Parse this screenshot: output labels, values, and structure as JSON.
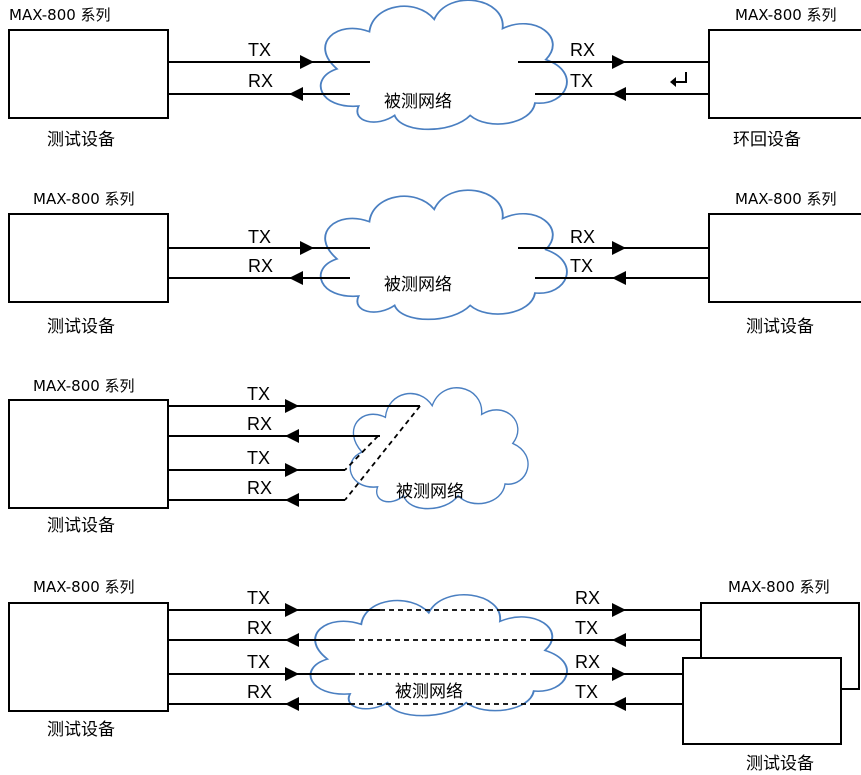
{
  "labels": {
    "series": "MAX-800 系列",
    "test_device": "测试设备",
    "loopback_device": "环回设备",
    "network": "被测网络",
    "tx": "TX",
    "rx": "RX"
  },
  "diagrams": [
    {
      "name": "loopback",
      "left_device": "测试设备",
      "right_device": "环回设备"
    },
    {
      "name": "end-to-end",
      "left_device": "测试设备",
      "right_device": "测试设备"
    },
    {
      "name": "dual-port-loop",
      "left_device": "测试设备"
    },
    {
      "name": "multi-device",
      "left_device": "测试设备",
      "right_device": "测试设备"
    }
  ],
  "colors": {
    "cloud_stroke": "#4a7fc1",
    "line": "#000000"
  }
}
